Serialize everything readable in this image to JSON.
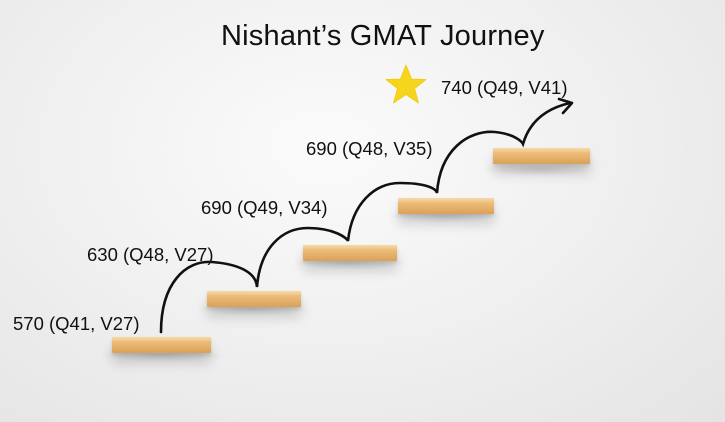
{
  "title": "Nishant’s GMAT Journey",
  "colors": {
    "star": "#f7d51d",
    "line": "#111111",
    "shelf": "#e9b772"
  },
  "icons": {
    "goal": "star-icon",
    "arrow": "arrow-head-icon"
  },
  "steps": [
    {
      "label": "570 (Q41, V27)"
    },
    {
      "label": "630 (Q48, V27)"
    },
    {
      "label": "690 (Q49, V34)"
    },
    {
      "label": "690 (Q48, V35)"
    },
    {
      "label": "740 (Q49, V41)"
    }
  ]
}
